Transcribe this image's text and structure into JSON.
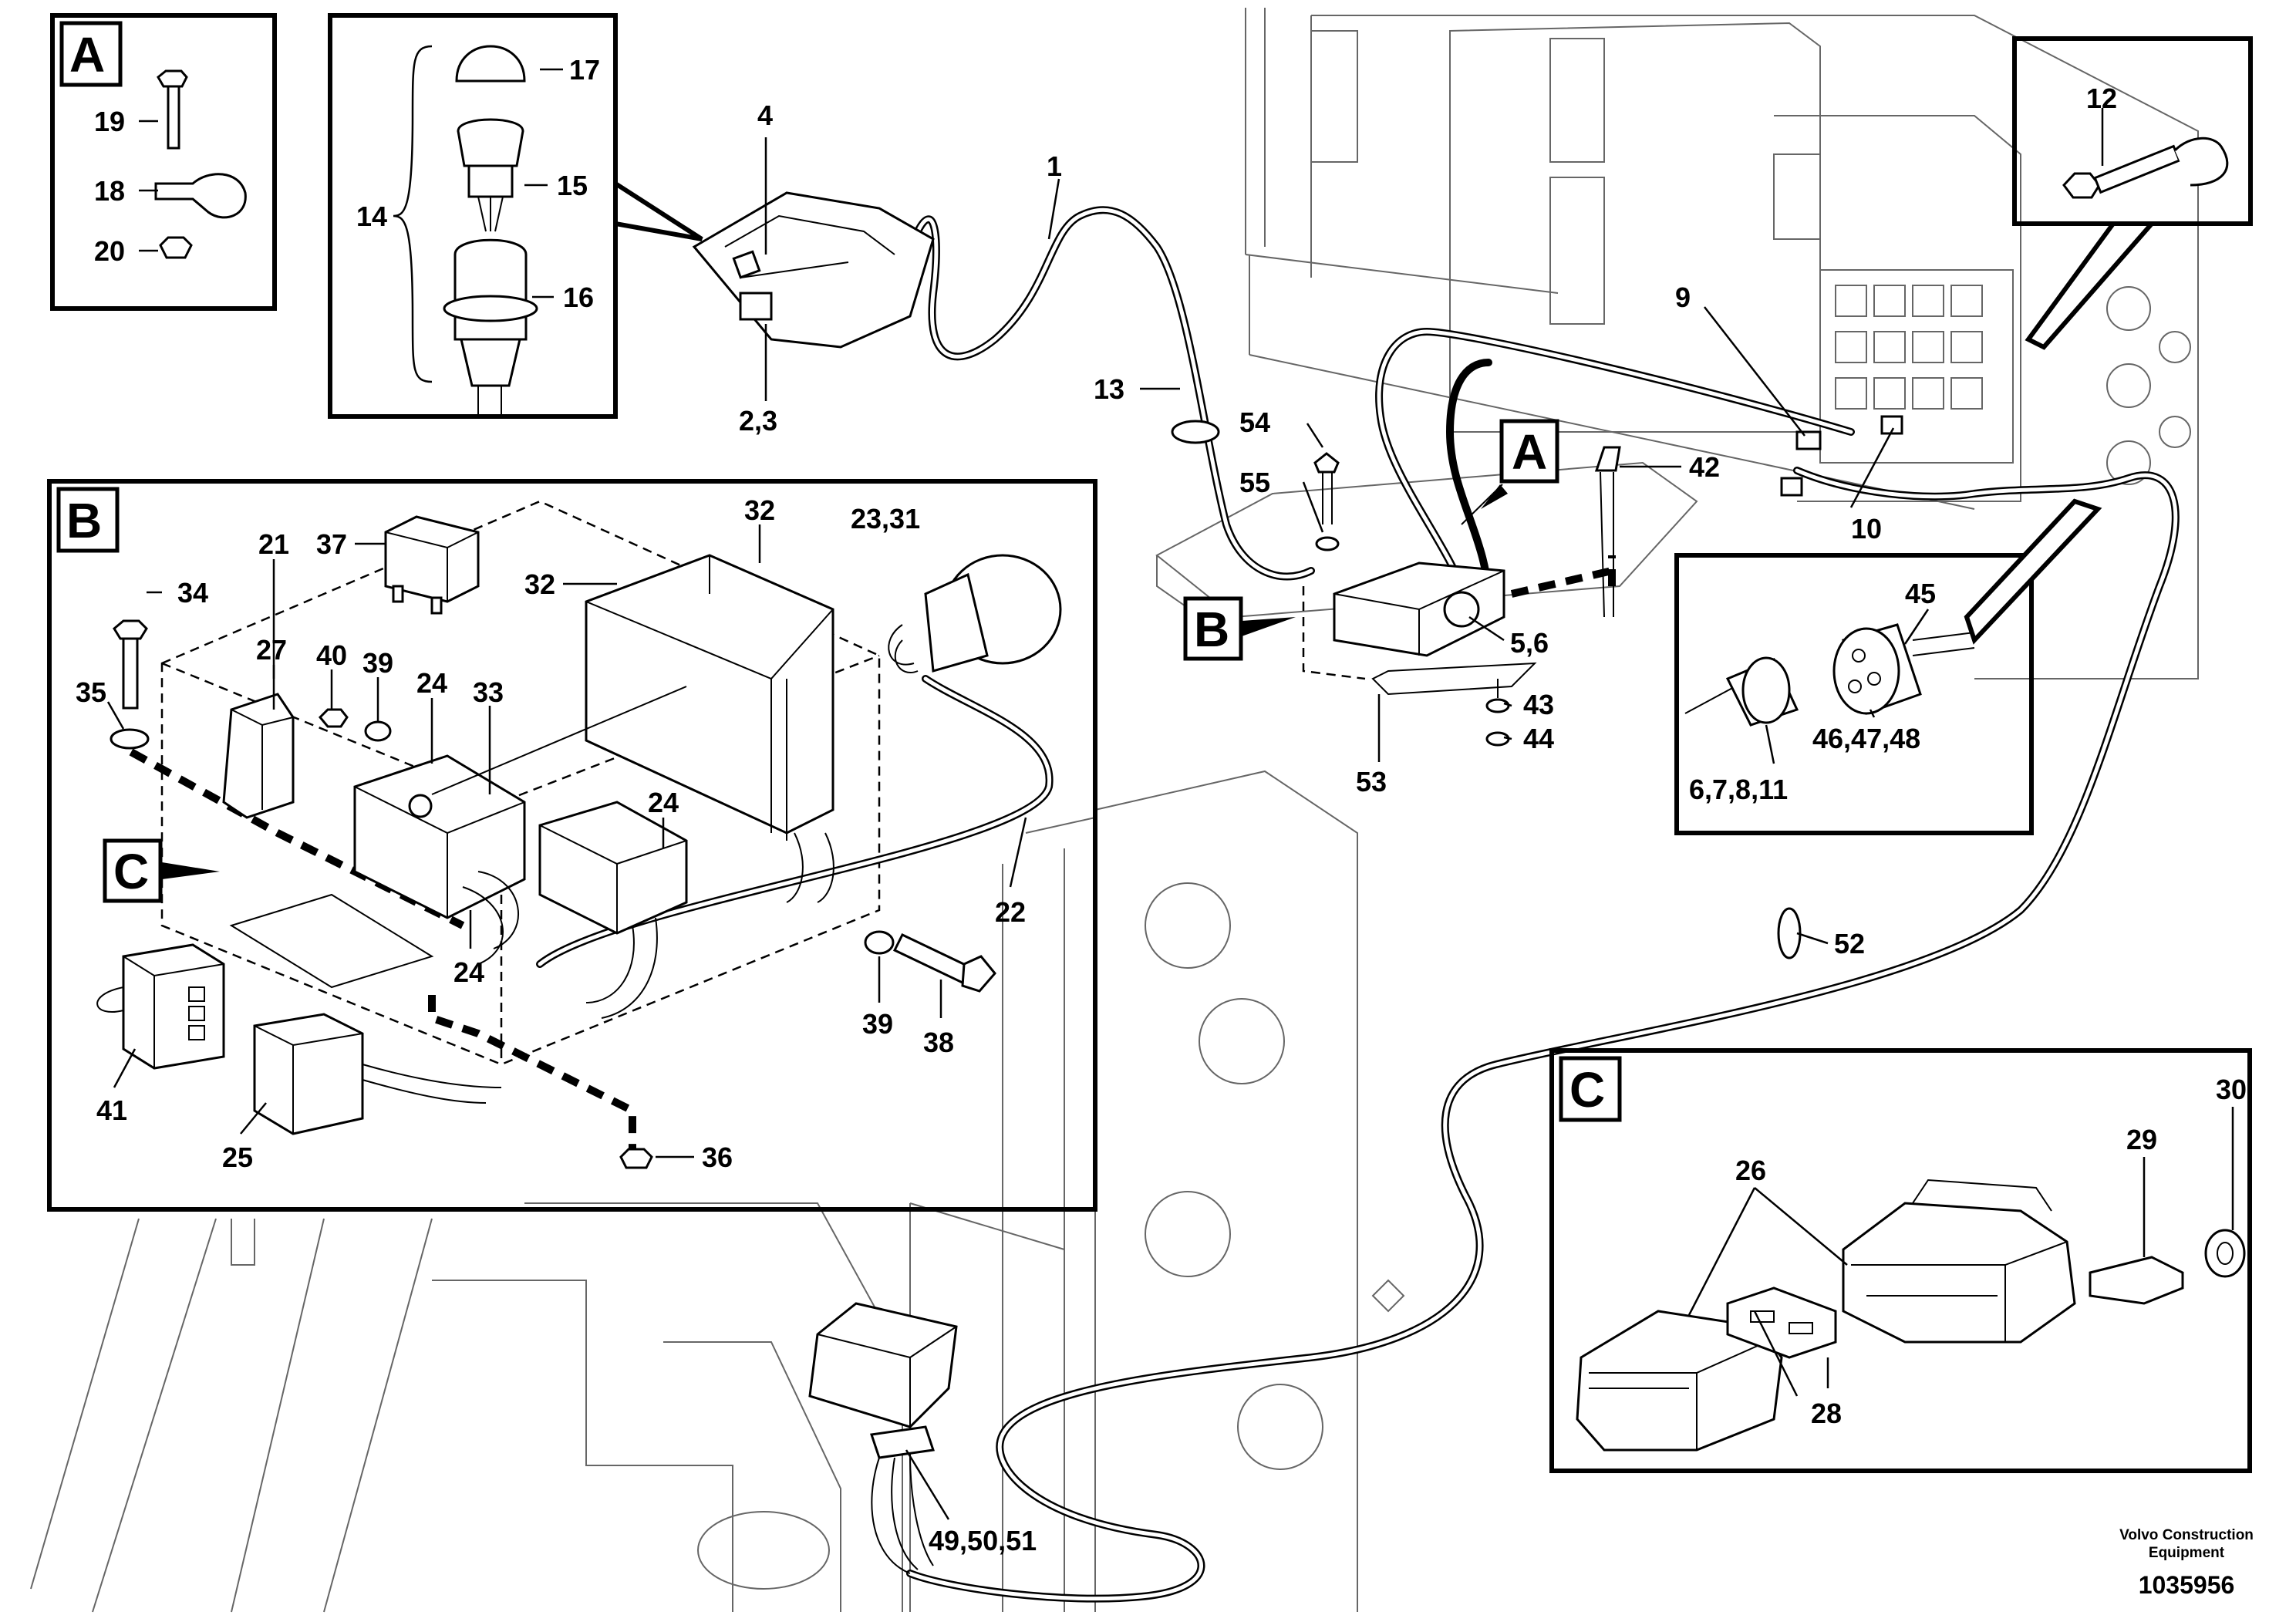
{
  "detail_letters": {
    "a": "A",
    "b": "B",
    "c": "C"
  },
  "callouts": {
    "n1": "1",
    "n2_3": "2,3",
    "n4": "4",
    "n5_6": "5,6",
    "n6_7_8_11": "6,7,8,11",
    "n9": "9",
    "n10": "10",
    "n12": "12",
    "n13": "13",
    "n14": "14",
    "n15": "15",
    "n16": "16",
    "n17": "17",
    "n18": "18",
    "n19": "19",
    "n20": "20",
    "n21": "21",
    "n22": "22",
    "n23_31": "23,31",
    "n24": "24",
    "n25": "25",
    "n26": "26",
    "n27": "27",
    "n28": "28",
    "n29": "29",
    "n30": "30",
    "n32": "32",
    "n33": "33",
    "n34": "34",
    "n35": "35",
    "n36": "36",
    "n37": "37",
    "n38": "38",
    "n39": "39",
    "n40": "40",
    "n41": "41",
    "n42": "42",
    "n43": "43",
    "n44": "44",
    "n45": "45",
    "n46_47_48": "46,47,48",
    "n49_50_51": "49,50,51",
    "n52": "52",
    "n53": "53",
    "n54": "54",
    "n55": "55"
  },
  "footer": {
    "brand_line1": "Volvo Construction",
    "brand_line2": "Equipment",
    "doc_number": "1035956"
  }
}
